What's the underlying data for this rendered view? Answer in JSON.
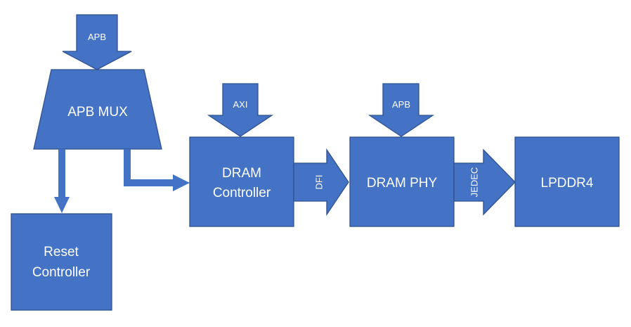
{
  "colors": {
    "fill": "#4472C4",
    "stroke": "#2F528F",
    "text": "#ffffff"
  },
  "inputs": {
    "apb_top": "APB",
    "axi": "AXI",
    "apb_phy": "APB"
  },
  "blocks": {
    "apb_mux": "APB MUX",
    "reset_controller_line1": "Reset",
    "reset_controller_line2": "Controller",
    "dram_controller_line1": "DRAM",
    "dram_controller_line2": "Controller",
    "dram_phy": "DRAM PHY",
    "lpddr4": "LPDDR4"
  },
  "links": {
    "dfi": "DFI",
    "jedec": "JEDEC"
  }
}
